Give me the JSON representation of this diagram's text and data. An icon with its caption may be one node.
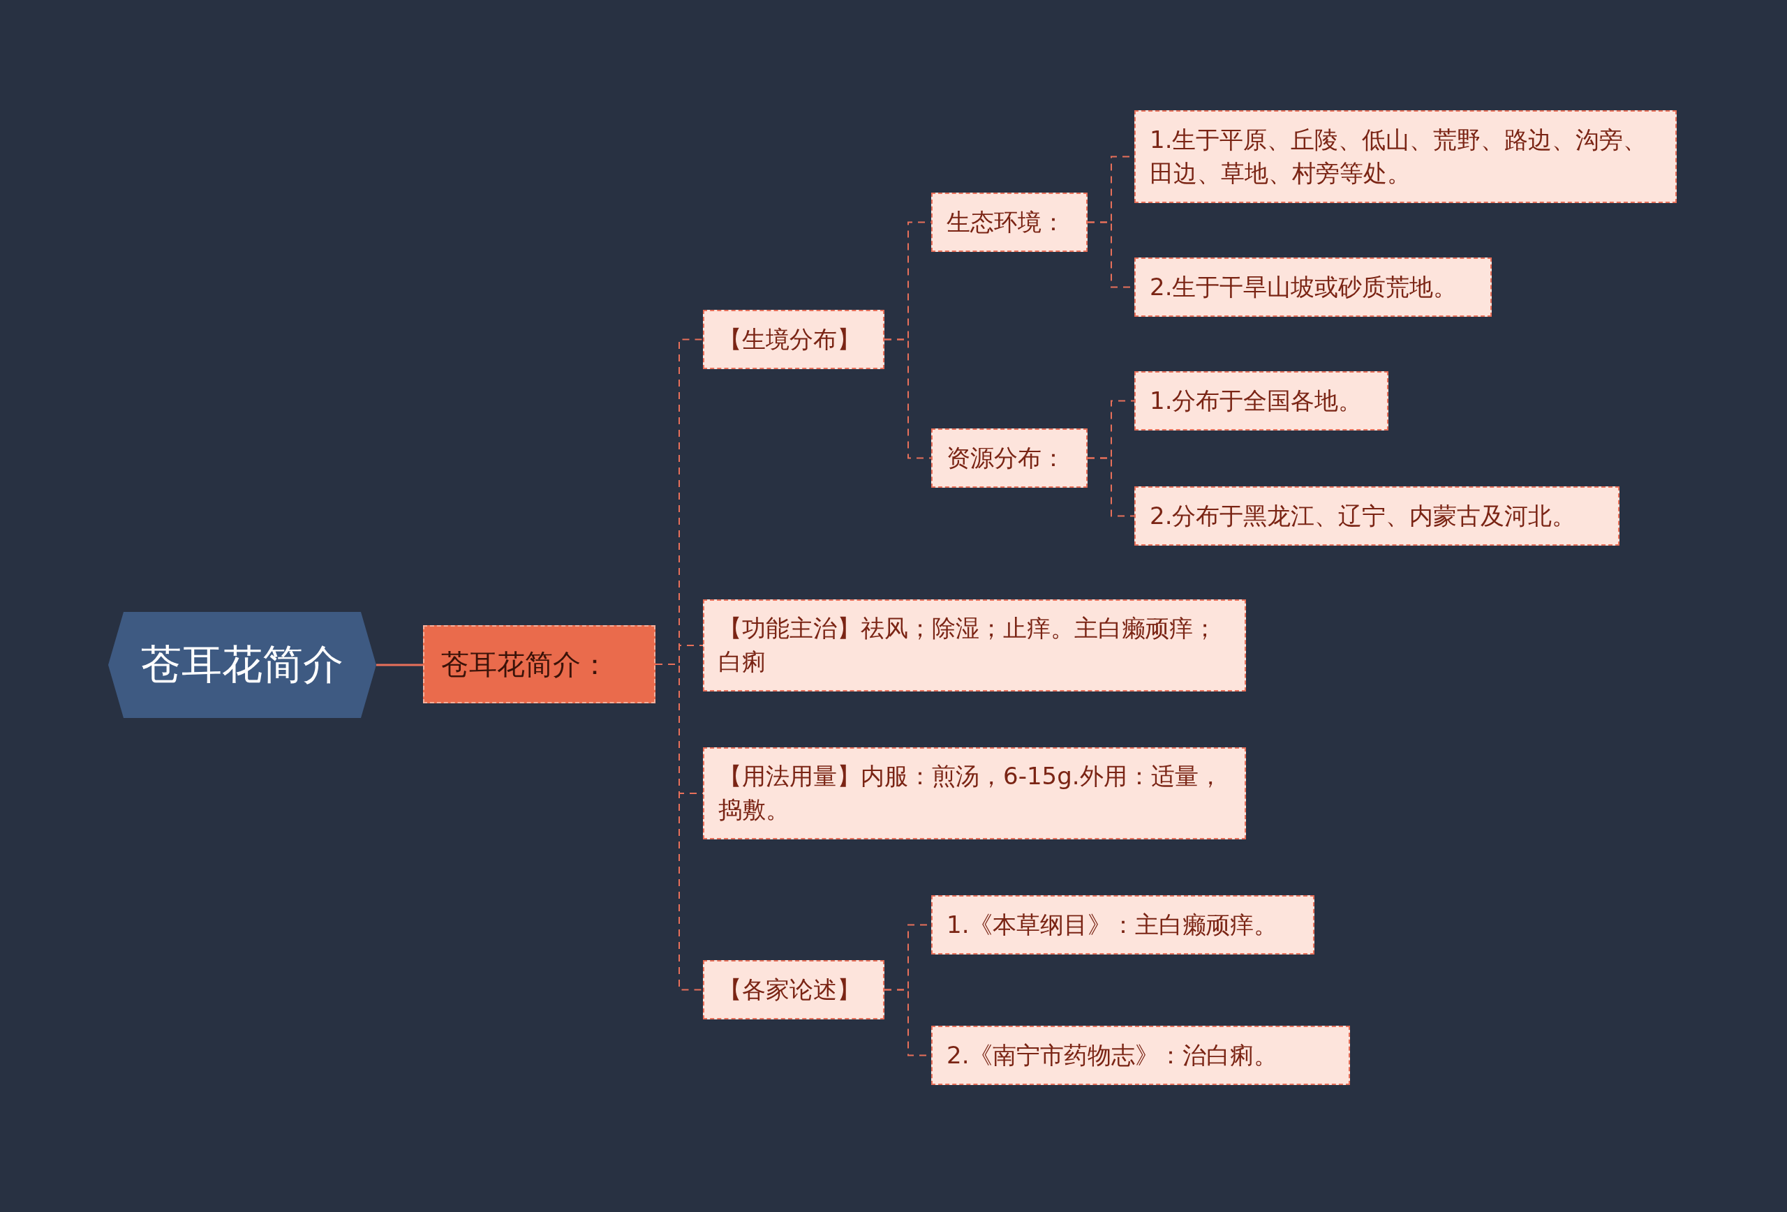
{
  "diagram": {
    "nodes": [
      {
        "text": [
          "苍耳花简介"
        ]
      },
      {
        "text": [
          "苍耳花简介："
        ]
      },
      {
        "text": [
          "【生境分布】"
        ]
      },
      {
        "text": [
          "生态环境："
        ]
      },
      {
        "text": [
          "1.生于平原、丘陵、低山、荒野、路边、沟旁、田边、草地、村旁等处。"
        ]
      },
      {
        "text": [
          "2.生于干旱山坡或砂质荒地。"
        ]
      },
      {
        "text": [
          "资源分布："
        ]
      },
      {
        "text": [
          "1.分布于全国各地。"
        ]
      },
      {
        "text": [
          "2.分布于黑龙江、辽宁、内蒙古及河北。"
        ]
      },
      {
        "text": [
          "【功能主治】祛风；除湿；止痒。主白癞顽痒；白痢"
        ]
      },
      {
        "text": [
          "【用法用量】内服：煎汤，6-15g.外用：适量，捣敷。"
        ]
      },
      {
        "text": [
          "【各家论述】"
        ]
      },
      {
        "text": [
          "1.《本草纲目》：主白癞顽痒。"
        ]
      },
      {
        "text": [
          "2.《南宁市药物志》：治白痢。"
        ]
      }
    ],
    "edges": [
      {
        "from": 0,
        "to": 1,
        "arrow": "none"
      },
      {
        "from": 1,
        "to": 2,
        "arrow": "none",
        "style": "dashed"
      },
      {
        "from": 2,
        "to": 3,
        "arrow": "none",
        "style": "dashed"
      },
      {
        "from": 3,
        "to": 4,
        "arrow": "none",
        "style": "dashed"
      },
      {
        "from": 3,
        "to": 5,
        "arrow": "none",
        "style": "dashed"
      },
      {
        "from": 2,
        "to": 6,
        "arrow": "none",
        "style": "dashed"
      },
      {
        "from": 6,
        "to": 7,
        "arrow": "none",
        "style": "dashed"
      },
      {
        "from": 6,
        "to": 8,
        "arrow": "none",
        "style": "dashed"
      },
      {
        "from": 1,
        "to": 9,
        "arrow": "none",
        "style": "dashed"
      },
      {
        "from": 1,
        "to": 10,
        "arrow": "none",
        "style": "dashed"
      },
      {
        "from": 1,
        "to": 11,
        "arrow": "none",
        "style": "dashed"
      },
      {
        "from": 11,
        "to": 12,
        "arrow": "none",
        "style": "dashed"
      },
      {
        "from": 11,
        "to": 13,
        "arrow": "none",
        "style": "dashed"
      }
    ]
  }
}
